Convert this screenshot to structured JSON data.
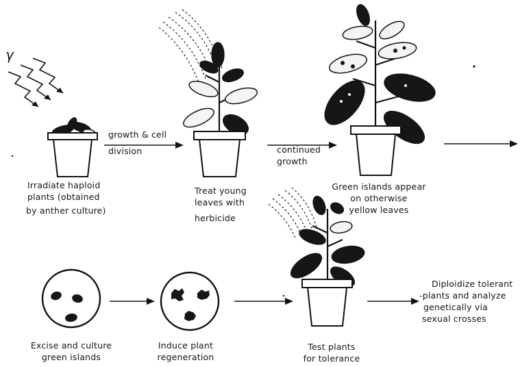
{
  "radiation_symbol": "γ",
  "steps": {
    "irradiate": [
      "Irradiate haploid",
      "plants (obtained",
      "by anther culture)"
    ],
    "arrow_growth_division": [
      "growth & cell",
      "division"
    ],
    "treat": [
      "Treat young",
      "leaves with",
      "herbicide"
    ],
    "arrow_continued_growth": [
      "continued",
      "growth"
    ],
    "islands": [
      "Green islands appear",
      "on otherwise",
      "yellow leaves"
    ],
    "excise": [
      "Excise and culture",
      "green islands"
    ],
    "induce": [
      "Induce plant",
      "regeneration"
    ],
    "test": [
      "Test plants",
      "for tolerance"
    ],
    "diploidize": [
      "Diploidize tolerant",
      "-plants and analyze",
      "genetically via",
      "sexual crosses"
    ]
  }
}
